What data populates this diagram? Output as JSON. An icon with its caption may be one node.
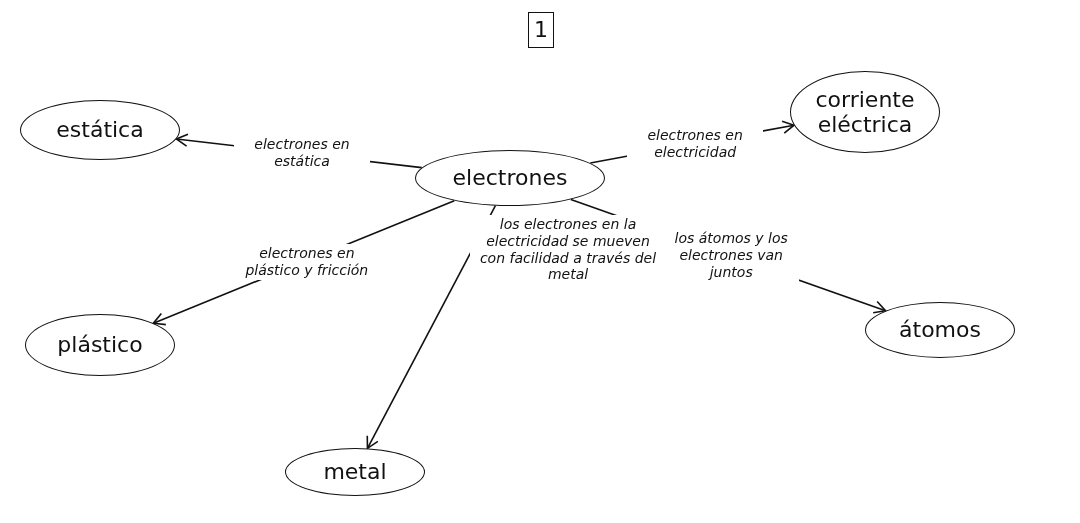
{
  "diagram": {
    "nodes": [
      {
        "text": [
          "1"
        ]
      },
      {
        "text": [
          "estática"
        ]
      },
      {
        "text": [
          "corriente eléctrica"
        ]
      },
      {
        "text": [
          "electrones"
        ]
      },
      {
        "text": [
          "plástico"
        ]
      },
      {
        "text": [
          "átomos"
        ]
      },
      {
        "text": [
          "metal"
        ]
      }
    ],
    "edges": [
      {
        "from": 3,
        "to": 1,
        "arrow": "to",
        "label": "electrones en estática"
      },
      {
        "from": 3,
        "to": 2,
        "arrow": "to",
        "label": "electrones en electricidad"
      },
      {
        "from": 3,
        "to": 4,
        "arrow": "to",
        "label": "electrones en plástico y fricción"
      },
      {
        "from": 3,
        "to": 6,
        "arrow": "to",
        "label": "los electrones en la electricidad se mueven con facilidad a través del metal"
      },
      {
        "from": 3,
        "to": 5,
        "arrow": "to",
        "label": "los átomos y los electrones van juntos"
      }
    ]
  }
}
